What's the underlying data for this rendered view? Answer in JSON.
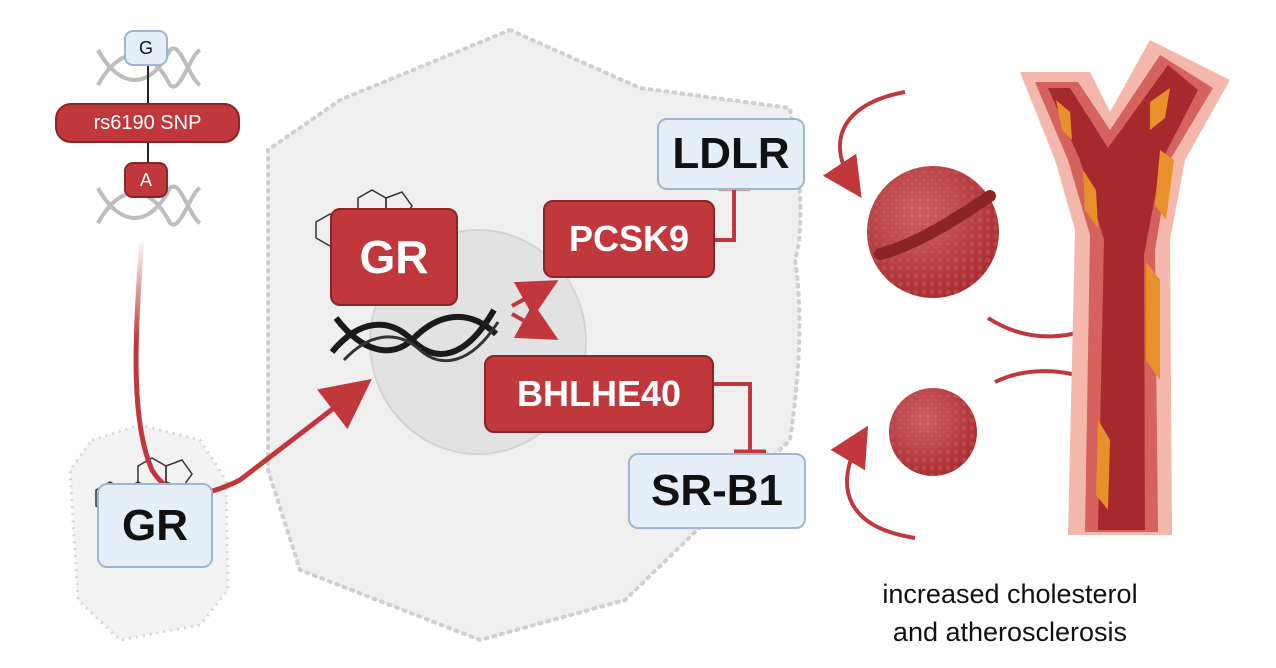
{
  "diagram": {
    "snp": {
      "allele_top": "G",
      "label": "rs6190 SNP",
      "allele_bottom": "A"
    },
    "receptor_outside": "GR",
    "receptor_nucleus": "GR",
    "genes": {
      "ldlr": "LDLR",
      "pcsk9": "PCSK9",
      "bhlhe40": "BHLHE40",
      "srb1": "SR-B1"
    },
    "caption_line1": "increased cholesterol",
    "caption_line2": "and atherosclerosis",
    "colors": {
      "red": "#c0383c",
      "dark_red": "#8a2426",
      "blue": "#e6eff7",
      "cell_gray": "#efefef",
      "plaque": "#e8912a"
    }
  }
}
